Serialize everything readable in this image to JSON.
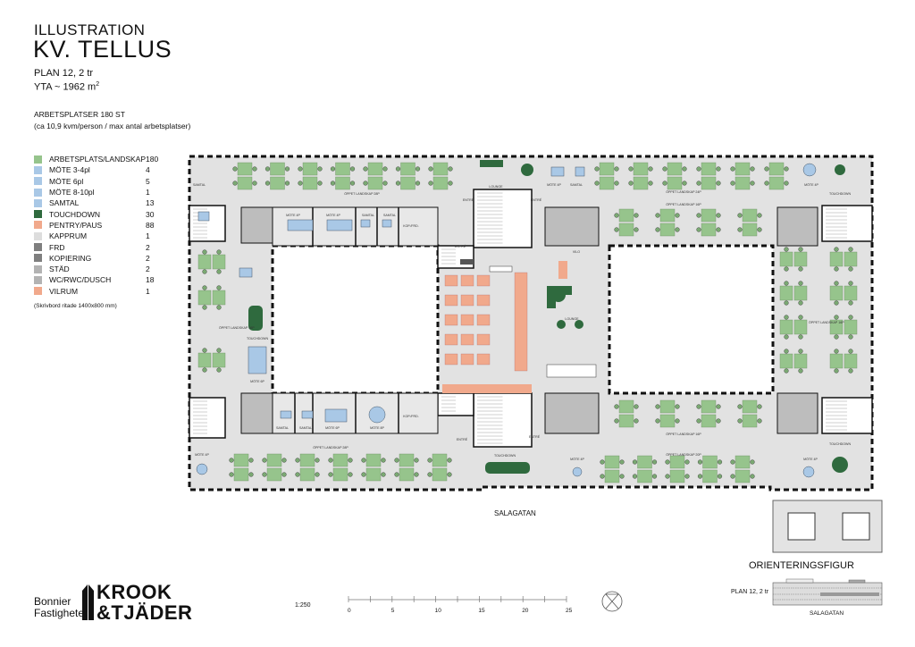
{
  "header": {
    "kicker": "ILLUSTRATION",
    "title": "KV. TELLUS",
    "plan": "PLAN 12, 2 tr",
    "area_prefix": "YTA ~ 1962 m",
    "area_sup": "2",
    "workplaces": "ARBETSPLATSER 180 ST",
    "workplaces_note": "(ca 10,9 kvm/person / max antal arbetsplatser)"
  },
  "legend": {
    "items": [
      {
        "label": "ARBETSPLATS/LANDSKAP",
        "count": "180",
        "color": "#96c48c"
      },
      {
        "label": "MÖTE 3-4pl",
        "count": "4",
        "color": "#a9c8e6"
      },
      {
        "label": "MÖTE 6pl",
        "count": "5",
        "color": "#a9c8e6"
      },
      {
        "label": "MÖTE 8-10pl",
        "count": "1",
        "color": "#a9c8e6"
      },
      {
        "label": "SAMTAL",
        "count": "13",
        "color": "#a9c8e6"
      },
      {
        "label": "TOUCHDOWN",
        "count": "30",
        "color": "#2f6a3e"
      },
      {
        "label": "PENTRY/PAUS",
        "count": "88",
        "color": "#f1a98c"
      },
      {
        "label": "KAPPRUM",
        "count": "1",
        "color": "#dddddd"
      },
      {
        "label": "FRD",
        "count": "2",
        "color": "#7f7f7f"
      },
      {
        "label": "KOPIERING",
        "count": "2",
        "color": "#7f7f7f"
      },
      {
        "label": "STÄD",
        "count": "2",
        "color": "#b3b3b3"
      },
      {
        "label": "WC/RWC/DUSCH",
        "count": "18",
        "color": "#b3b3b3"
      },
      {
        "label": "VILRUM",
        "count": "1",
        "color": "#f1a98c"
      }
    ],
    "note": "(Skrivbord ritade 1400x800 mm)"
  },
  "plan": {
    "labels": {
      "open_top_left": "ÖPPET LANDSKAP 28P",
      "open_top_right": "ÖPPET LANDSKAP 24P",
      "open_right_inner_top": "ÖPPET LANDSKAP 16P",
      "open_left": "ÖPPET LANDSKAP 16P",
      "open_right": "ÖPPET LANDSKAP 16P",
      "open_bottom_left": "ÖPPET LANDSKAP 28P",
      "open_bottom_right_inner": "ÖPPET LANDSKAP 16P",
      "open_bottom_right": "ÖPPET LANDSKAP 20P",
      "lounge_top": "LOUNGE",
      "lounge_center": "LOUNGE",
      "touchdown_tr": "TOUCHDOWN",
      "touchdown_br": "TOUCHDOWN",
      "touchdown_bottom": "TOUCHDOWN",
      "touchdown_left": "TOUCHDOWN",
      "entre": "ENTRÉ",
      "mote4": "MÖTE 4P",
      "mote6": "MÖTE 6P",
      "mote8": "MÖTE 8P",
      "samtal": "SAMTAL",
      "kop": "KOP./FRD.",
      "vilo": "VILO"
    },
    "street": "SALAGATAN"
  },
  "orientation": {
    "title": "ORIENTERINGSFIGUR",
    "plan": "PLAN 12, 2 tr",
    "street": "SALAGATAN"
  },
  "footer": {
    "bonnier_line1": "Bonnier",
    "bonnier_line2": "Fastigheter",
    "krook_line1": "KROOK",
    "krook_line2": "&TJÄDER",
    "scale": "1:250",
    "scale_ticks": [
      "0",
      "5",
      "10",
      "15",
      "20",
      "25"
    ]
  }
}
